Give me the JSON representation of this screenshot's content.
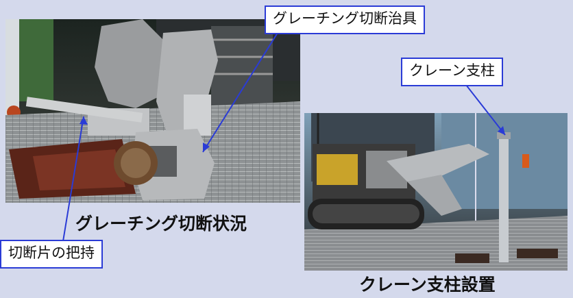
{
  "callouts": {
    "grating_cutting_jig": "グレーチング切断治具",
    "crane_post": "クレーン支柱",
    "gripping_cut_piece": "切断片の把持"
  },
  "captions": {
    "left": "グレーチング切断状況",
    "right": "クレーン支柱設置"
  },
  "colors": {
    "background": "#d4d9ec",
    "callout_border": "#2a3bd6",
    "pointer_line": "#2a3bd6"
  }
}
